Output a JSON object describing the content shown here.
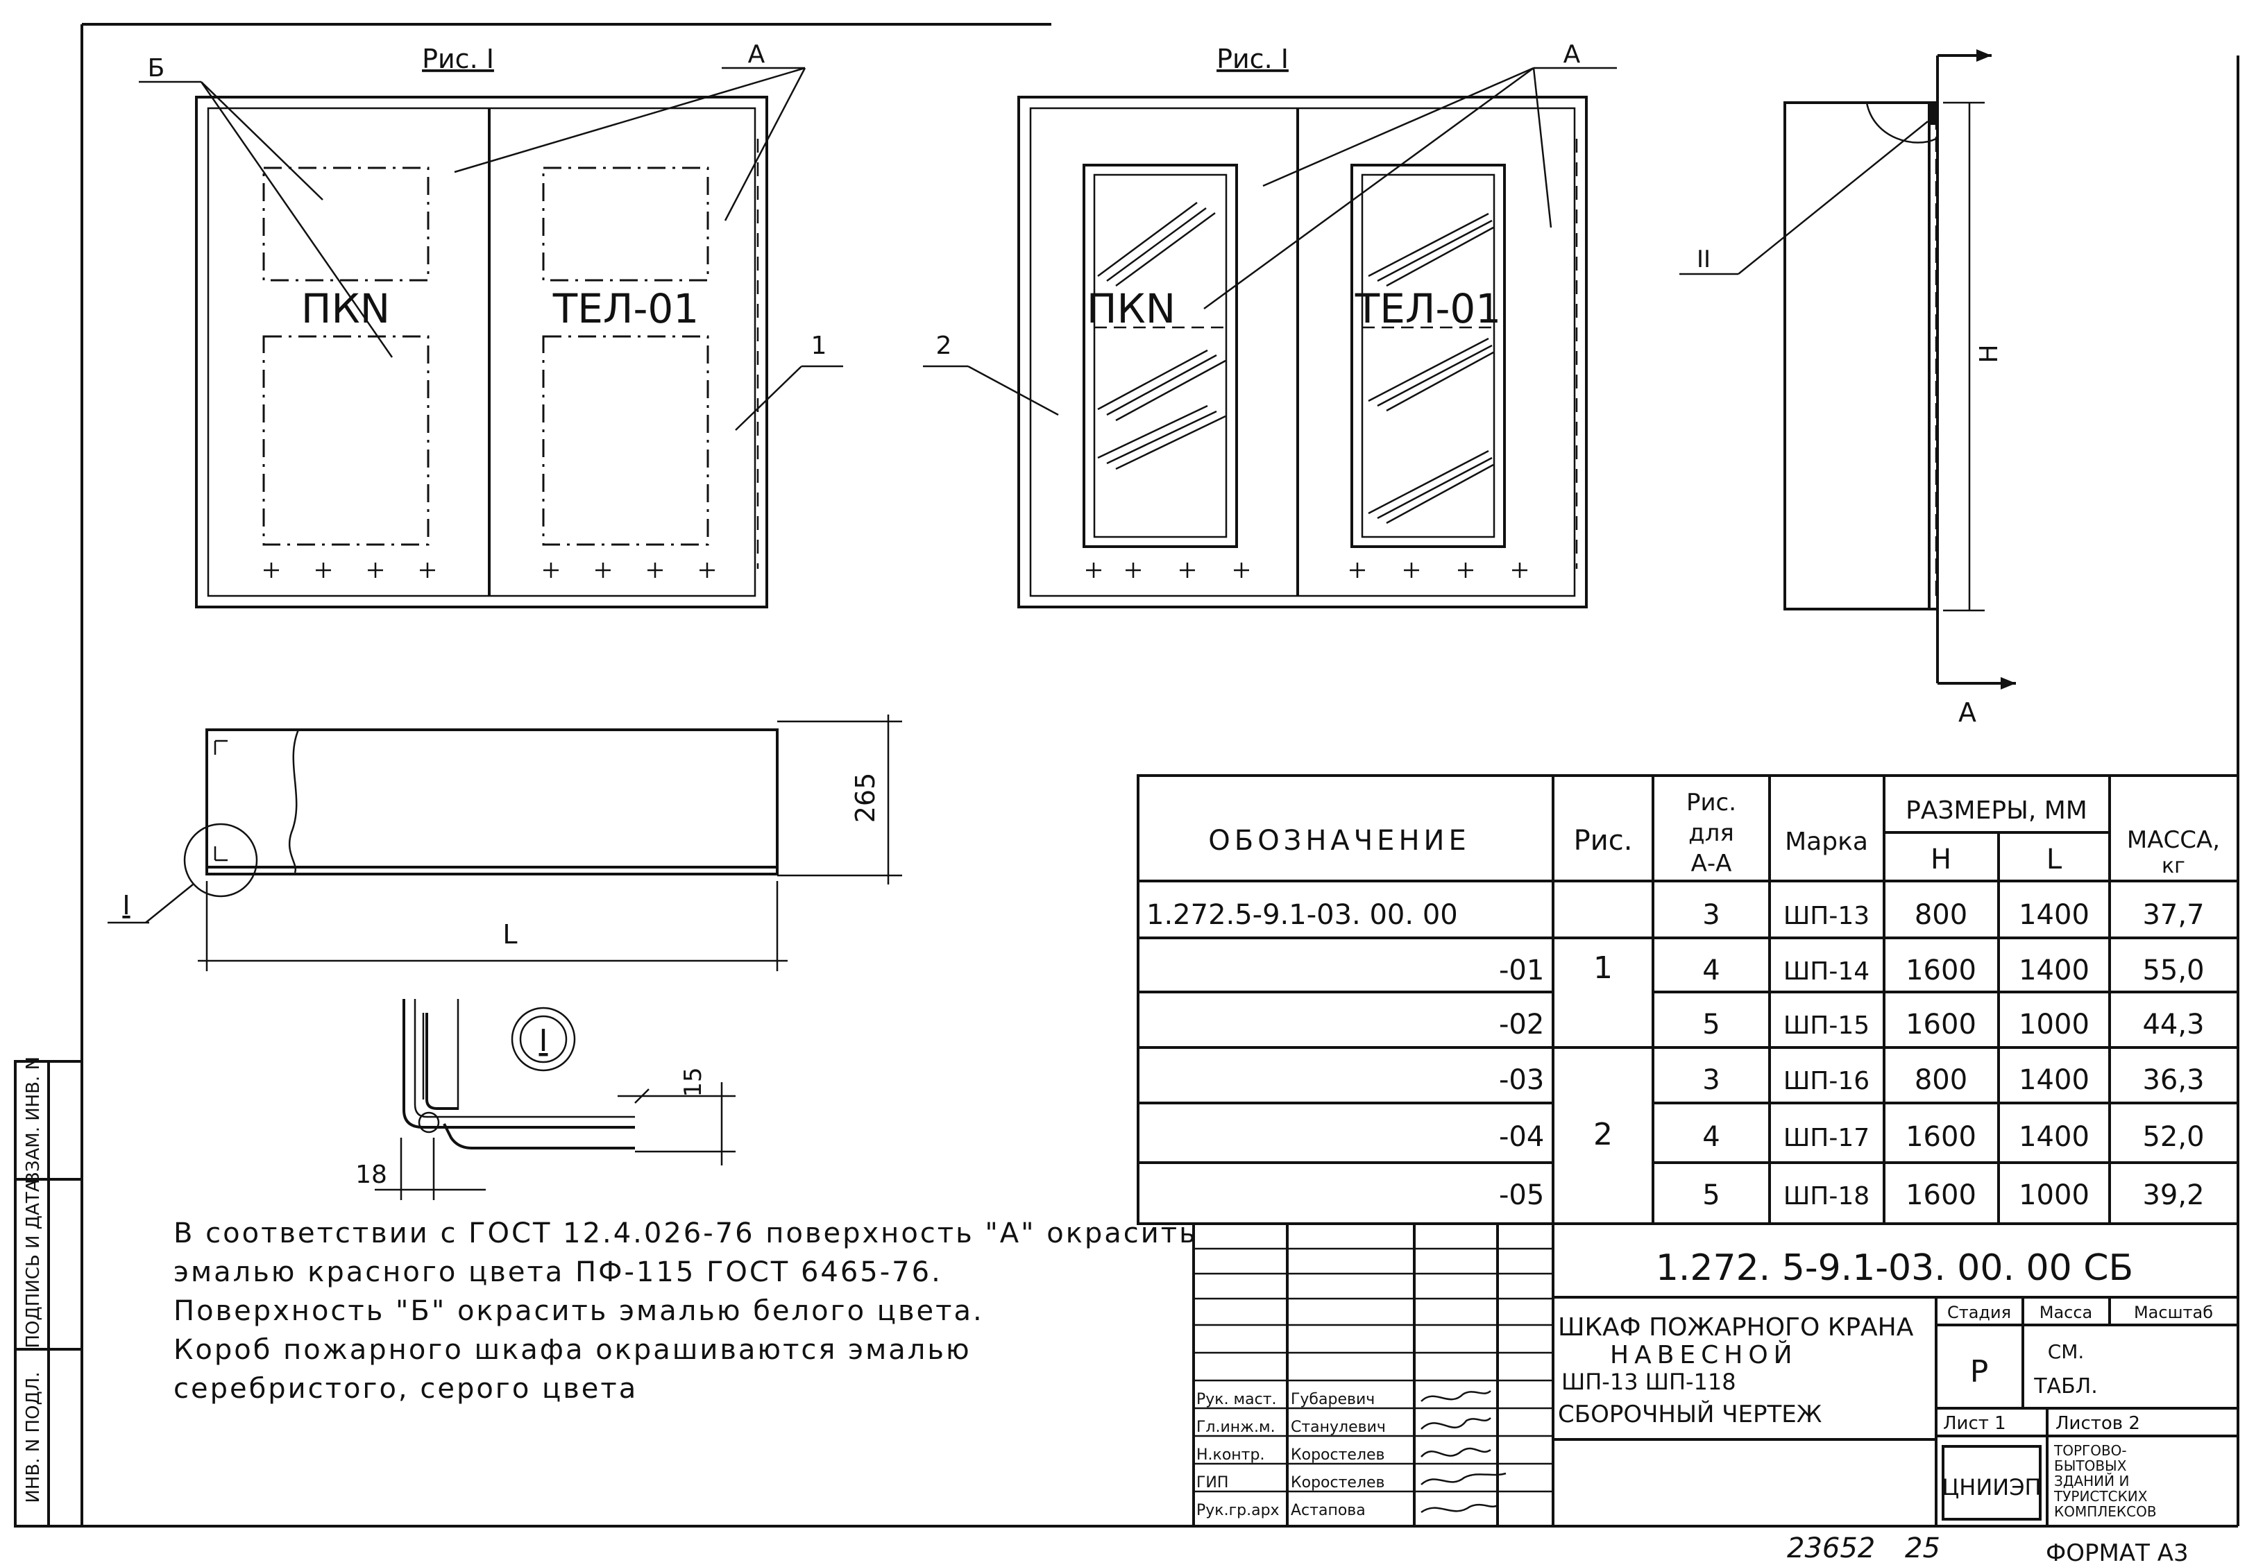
{
  "views": {
    "fig1_title": "Рис. I",
    "fig2_title": "Рис. I",
    "leader_b": "Б",
    "leader_a1": "А",
    "leader_a2": "А",
    "leader_a_side": "А",
    "item_1": "1",
    "item_2": "2",
    "item_ii": "II",
    "dim_h": "Н",
    "dim_l": "L",
    "dim_265": "265",
    "detail_ref": "I",
    "detail_mark": "I",
    "dim_15": "15",
    "dim_18": "18",
    "door_label_left": "ПКN",
    "door_label_right": "ТЕЛ-01",
    "door_label_left2": "ПКN",
    "door_label_right2": "ТЕЛ-01"
  },
  "spec_table": {
    "headers": {
      "designation": "ОБОЗНАЧЕНИЕ",
      "fig": "Рис.",
      "fig_aa": [
        "Рис.",
        "для",
        "А-А"
      ],
      "mark": "Марка",
      "dims": "РАЗМЕРЫ, ММ",
      "dim_h": "Н",
      "dim_l": "L",
      "mass": [
        "МАССА,",
        "кг"
      ]
    },
    "rows": [
      {
        "designation": "1.272.5-9.1-03. 00. 00",
        "fig_aa": "3",
        "mark": "ШП-13",
        "h": "800",
        "l": "1400",
        "mass": "37,7"
      },
      {
        "designation": "-01",
        "fig_aa": "4",
        "mark": "ШП-14",
        "h": "1600",
        "l": "1400",
        "mass": "55,0"
      },
      {
        "designation": "-02",
        "fig_aa": "5",
        "mark": "ШП-15",
        "h": "1600",
        "l": "1000",
        "mass": "44,3"
      },
      {
        "designation": "-03",
        "fig_aa": "3",
        "mark": "ШП-16",
        "h": "800",
        "l": "1400",
        "mass": "36,3"
      },
      {
        "designation": "-04",
        "fig_aa": "4",
        "mark": "ШП-17",
        "h": "1600",
        "l": "1400",
        "mass": "52,0"
      },
      {
        "designation": "-05",
        "fig_aa": "5",
        "mark": "ШП-18",
        "h": "1600",
        "l": "1000",
        "mass": "39,2"
      }
    ],
    "fig_groups": [
      "1",
      "2"
    ]
  },
  "notes": [
    "В соответствии с ГОСТ 12.4.026-76 поверхность \"А\" окрасить",
    "эмалью красного цвета ПФ-115 ГОСТ 6465-76.",
    "Поверхность \"Б\" окрасить эмалью белого цвета.",
    "Короб пожарного шкафа окрашиваются эмалью",
    "серебристого, серого цвета"
  ],
  "title_block": {
    "doc_number": "1.272. 5-9.1-03. 00. 00 СБ",
    "title_lines": [
      "ШКАФ ПОЖАРНОГО КРАНА",
      "НАВЕСНОЙ",
      "ШП-13    ШП-118",
      "СБОРОЧНЫЙ ЧЕРТЕЖ"
    ],
    "stage_label": "Стадия",
    "mass_label": "Масса",
    "scale_label": "Масштаб",
    "stage_value": "Р",
    "mass_value": [
      "СМ.",
      "ТАБЛ."
    ],
    "sheet_label": "Лист 1",
    "sheets_label": "Листов 2",
    "org_logo": "ЦНИИЭП",
    "org_name": [
      "ТОРГОВО-",
      "БЫТОВЫХ",
      "ЗДАНИЙ И",
      "ТУРИСТСКИХ",
      "КОМПЛЕКСОВ"
    ],
    "roles": [
      {
        "role": "Рук. маст.",
        "name": "Губаревич"
      },
      {
        "role": "Гл.инж.м.",
        "name": "Станулевич"
      },
      {
        "role": "Н.контр.",
        "name": "Коростелев"
      },
      {
        "role": "ГИП",
        "name": "Коростелев"
      },
      {
        "role": "Рук.гр.арх",
        "name": "Астапова"
      }
    ]
  },
  "side_stamp": [
    "ИНВ. N ПОДЛ.",
    "ПОДПИСЬ И ДАТА",
    "ВЗАМ. ИНВ. N"
  ],
  "footer": {
    "number": "23652",
    "page": "25",
    "format": "ФОРМАТ А3"
  }
}
